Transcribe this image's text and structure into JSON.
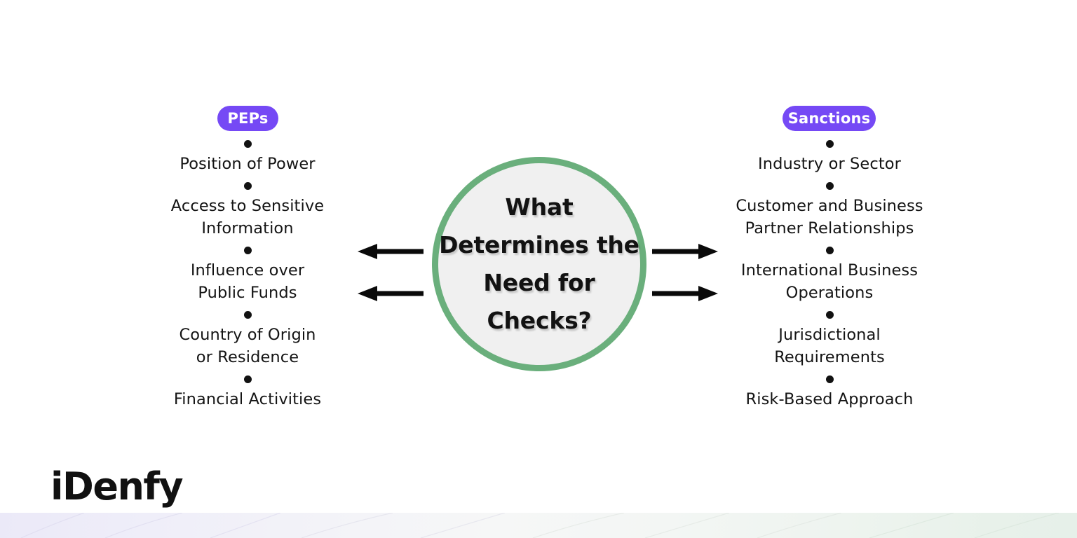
{
  "diagram": {
    "center": {
      "text": "What\nDetermines the\nNeed for\nChecks?",
      "fill_color": "#f0f0f0",
      "border_color": "#6aaf7c"
    },
    "left_column": {
      "badge": "PEPs",
      "badge_color": "#7549f5",
      "items": [
        "Position of Power",
        "Access to Sensitive\nInformation",
        "Influence over\nPublic Funds",
        "Country of Origin\nor Residence",
        "Financial Activities"
      ]
    },
    "right_column": {
      "badge": "Sanctions",
      "badge_color": "#7549f5",
      "items": [
        "Industry or Sector",
        "Customer and Business\nPartner Relationships",
        "International Business\nOperations",
        "Jurisdictional\nRequirements",
        "Risk-Based Approach"
      ]
    },
    "arrows": {
      "left": [
        "arrow-left-top",
        "arrow-left-bottom"
      ],
      "right": [
        "arrow-right-top",
        "arrow-right-bottom"
      ],
      "color": "#0a0a0a"
    }
  },
  "branding": {
    "logo_text": "iDenfy"
  }
}
